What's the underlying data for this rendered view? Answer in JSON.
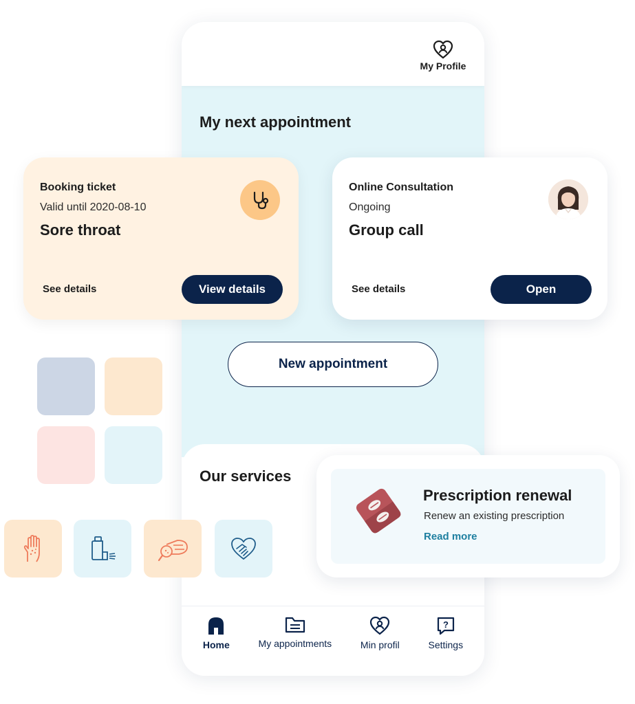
{
  "header": {
    "profile_label": "My Profile"
  },
  "appointments": {
    "title": "My next appointment",
    "booking": {
      "kicker": "Booking ticket",
      "sub": "Valid until 2020-08-10",
      "title": "Sore throat",
      "link": "See details",
      "button": "View details",
      "icon": "stethoscope-icon"
    },
    "consultation": {
      "kicker": "Online Consultation",
      "sub": "Ongoing",
      "title": "Group call",
      "link": "See details",
      "button": "Open",
      "avatar": "doctor-avatar"
    },
    "new_button": "New appointment"
  },
  "services": {
    "title": "Our services",
    "tiles": [
      {
        "icon": "skin-hand-icon",
        "color": "#fde8cf"
      },
      {
        "icon": "inhaler-icon",
        "color": "#e3f4f9"
      },
      {
        "icon": "magnifier-hand-icon",
        "color": "#fde8cf"
      },
      {
        "icon": "heart-hands-icon",
        "color": "#e3f4f9"
      }
    ],
    "featured": {
      "title": "Prescription renewal",
      "sub": "Renew an existing prescription",
      "link": "Read more",
      "icon": "pill-pack-icon"
    }
  },
  "swatches": [
    "#ccd6e5",
    "#fde8cf",
    "#fde4e2",
    "#e3f4f9"
  ],
  "nav": [
    {
      "label": "Home",
      "icon": "home-icon",
      "active": true
    },
    {
      "label": "My appointments",
      "icon": "folder-icon",
      "active": false
    },
    {
      "label": "Min profil",
      "icon": "heart-profile-icon",
      "active": false
    },
    {
      "label": "Settings",
      "icon": "help-icon",
      "active": false
    }
  ],
  "colors": {
    "navy": "#0b234a",
    "light_blue": "#e2f5f9",
    "peach": "#fff2e2",
    "accent_orange": "#fcc787",
    "link_teal": "#1e7fa0"
  }
}
